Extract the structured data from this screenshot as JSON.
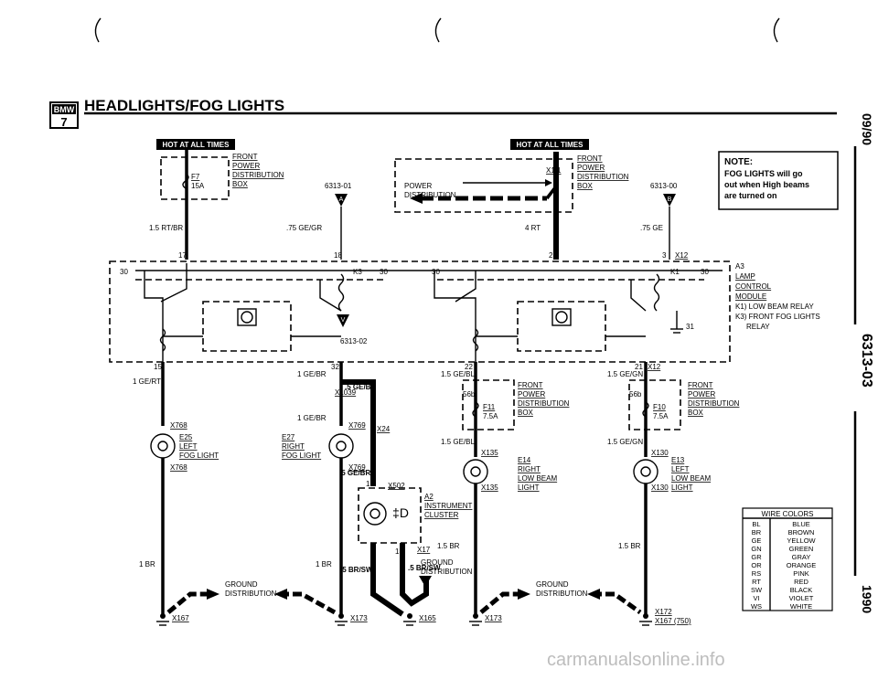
{
  "header": {
    "logo_text": "BMW",
    "logo_number": "7",
    "title": "HEADLIGHTS/FOG LIGHTS"
  },
  "side": {
    "date": "09/90",
    "code": "6313-03",
    "year": "1990"
  },
  "note": {
    "title": "NOTE:",
    "text": [
      "FOG LIGHTS will go",
      "out when High beams",
      "are turned on"
    ]
  },
  "hot_labels": [
    "HOT AT ALL TIMES",
    "HOT AT ALL TIMES"
  ],
  "fuse_box_left": {
    "name_lines": [
      "FRONT",
      "POWER",
      "DISTRIBUTION",
      "BOX"
    ],
    "fuse": "F7",
    "amps": "15A"
  },
  "fuse_box_center": {
    "name_lines": [
      "FRONT",
      "POWER",
      "DISTRIBUTION",
      "BOX"
    ],
    "terminal": "X1.1",
    "power_label": [
      "POWER",
      "DISTRIBUTION"
    ]
  },
  "fuse_f11": {
    "name_lines": [
      "FRONT",
      "POWER",
      "DISTRIBUTION",
      "BOX"
    ],
    "fuse": "F11",
    "amps": "7.5A",
    "pin": "56b"
  },
  "fuse_f10": {
    "name_lines": [
      "FRONT",
      "POWER",
      "DISTRIBUTION",
      "BOX"
    ],
    "fuse": "F10",
    "amps": "7.5A",
    "pin": "56b"
  },
  "refs": [
    "6313-01",
    "6313-00",
    "6313-02"
  ],
  "ref_letters": [
    "A",
    "B",
    "V"
  ],
  "wires": {
    "w1": "1.5 RT/BR",
    "w2": ".75 GE/GR",
    "w3": "4 RT",
    "w4": ".75 GE",
    "w5": "1 GE/RT",
    "w6": "1 GE/BR",
    "w7": ".5 GE/BR",
    "w8": "1 GE/BR",
    "w9": ".5 GE/BR",
    "w10": "1.5 GE/BL",
    "w11": "1.5 GE/GN",
    "w12": "1.5 GE/BL",
    "w13": "1.5 GE/GN",
    "w14": "1 BR",
    "w15": "1 BR",
    "w16": ".5 BR/SW",
    "w17": ".5 BR/SW",
    "w18": "1.5 BR",
    "w19": "1.5 BR"
  },
  "module": {
    "connector": "X12",
    "name_lines": [
      "A3",
      "LAMP",
      "CONTROL",
      "MODULE",
      "K1) LOW BEAM RELAY",
      "K3) FRONT FOG LIGHTS",
      "RELAY"
    ],
    "relay_k3": "K3",
    "relay_k1": "K1",
    "pins": [
      "17",
      "18",
      "2",
      "3",
      "15",
      "32",
      "22",
      "21",
      "31",
      "30",
      "30",
      "30",
      "30"
    ]
  },
  "lights": {
    "e25": {
      "id": "E25",
      "lines": [
        "LEFT",
        "FOG LIGHT"
      ],
      "conn": "X768"
    },
    "e27": {
      "id": "E27",
      "lines": [
        "RIGHT",
        "FOG LIGHT"
      ],
      "conn": "X769"
    },
    "e14": {
      "id": "E14",
      "lines": [
        "RIGHT",
        "LOW BEAM",
        "LIGHT"
      ],
      "conn": "X135"
    },
    "e13": {
      "id": "E13",
      "lines": [
        "LEFT",
        "LOW BEAM",
        "LIGHT"
      ],
      "conn": "X130"
    }
  },
  "connectors": [
    "X1039",
    "X24",
    "X502",
    "X17",
    "X167",
    "X173",
    "X165",
    "X173",
    "X172",
    "X167 (750)"
  ],
  "cluster": {
    "id": "A2",
    "lines": [
      "INSTRUMENT",
      "CLUSTER"
    ],
    "pins": [
      "1",
      "13"
    ]
  },
  "grounds": {
    "g1": [
      "GROUND",
      "DISTRIBUTION"
    ],
    "g2": [
      "GROUND",
      "DISTRIBUTION"
    ],
    "g3": [
      "GROUND",
      "DISTRIBUTION"
    ]
  },
  "wire_colors": {
    "title": "WIRE COLORS",
    "rows": [
      [
        "BL",
        "BLUE"
      ],
      [
        "BR",
        "BROWN"
      ],
      [
        "GE",
        "YELLOW"
      ],
      [
        "GN",
        "GREEN"
      ],
      [
        "GR",
        "GRAY"
      ],
      [
        "OR",
        "ORANGE"
      ],
      [
        "RS",
        "PINK"
      ],
      [
        "RT",
        "RED"
      ],
      [
        "SW",
        "BLACK"
      ],
      [
        "VI",
        "VIOLET"
      ],
      [
        "WS",
        "WHITE"
      ]
    ]
  },
  "watermark": "carmanualsonline.info"
}
